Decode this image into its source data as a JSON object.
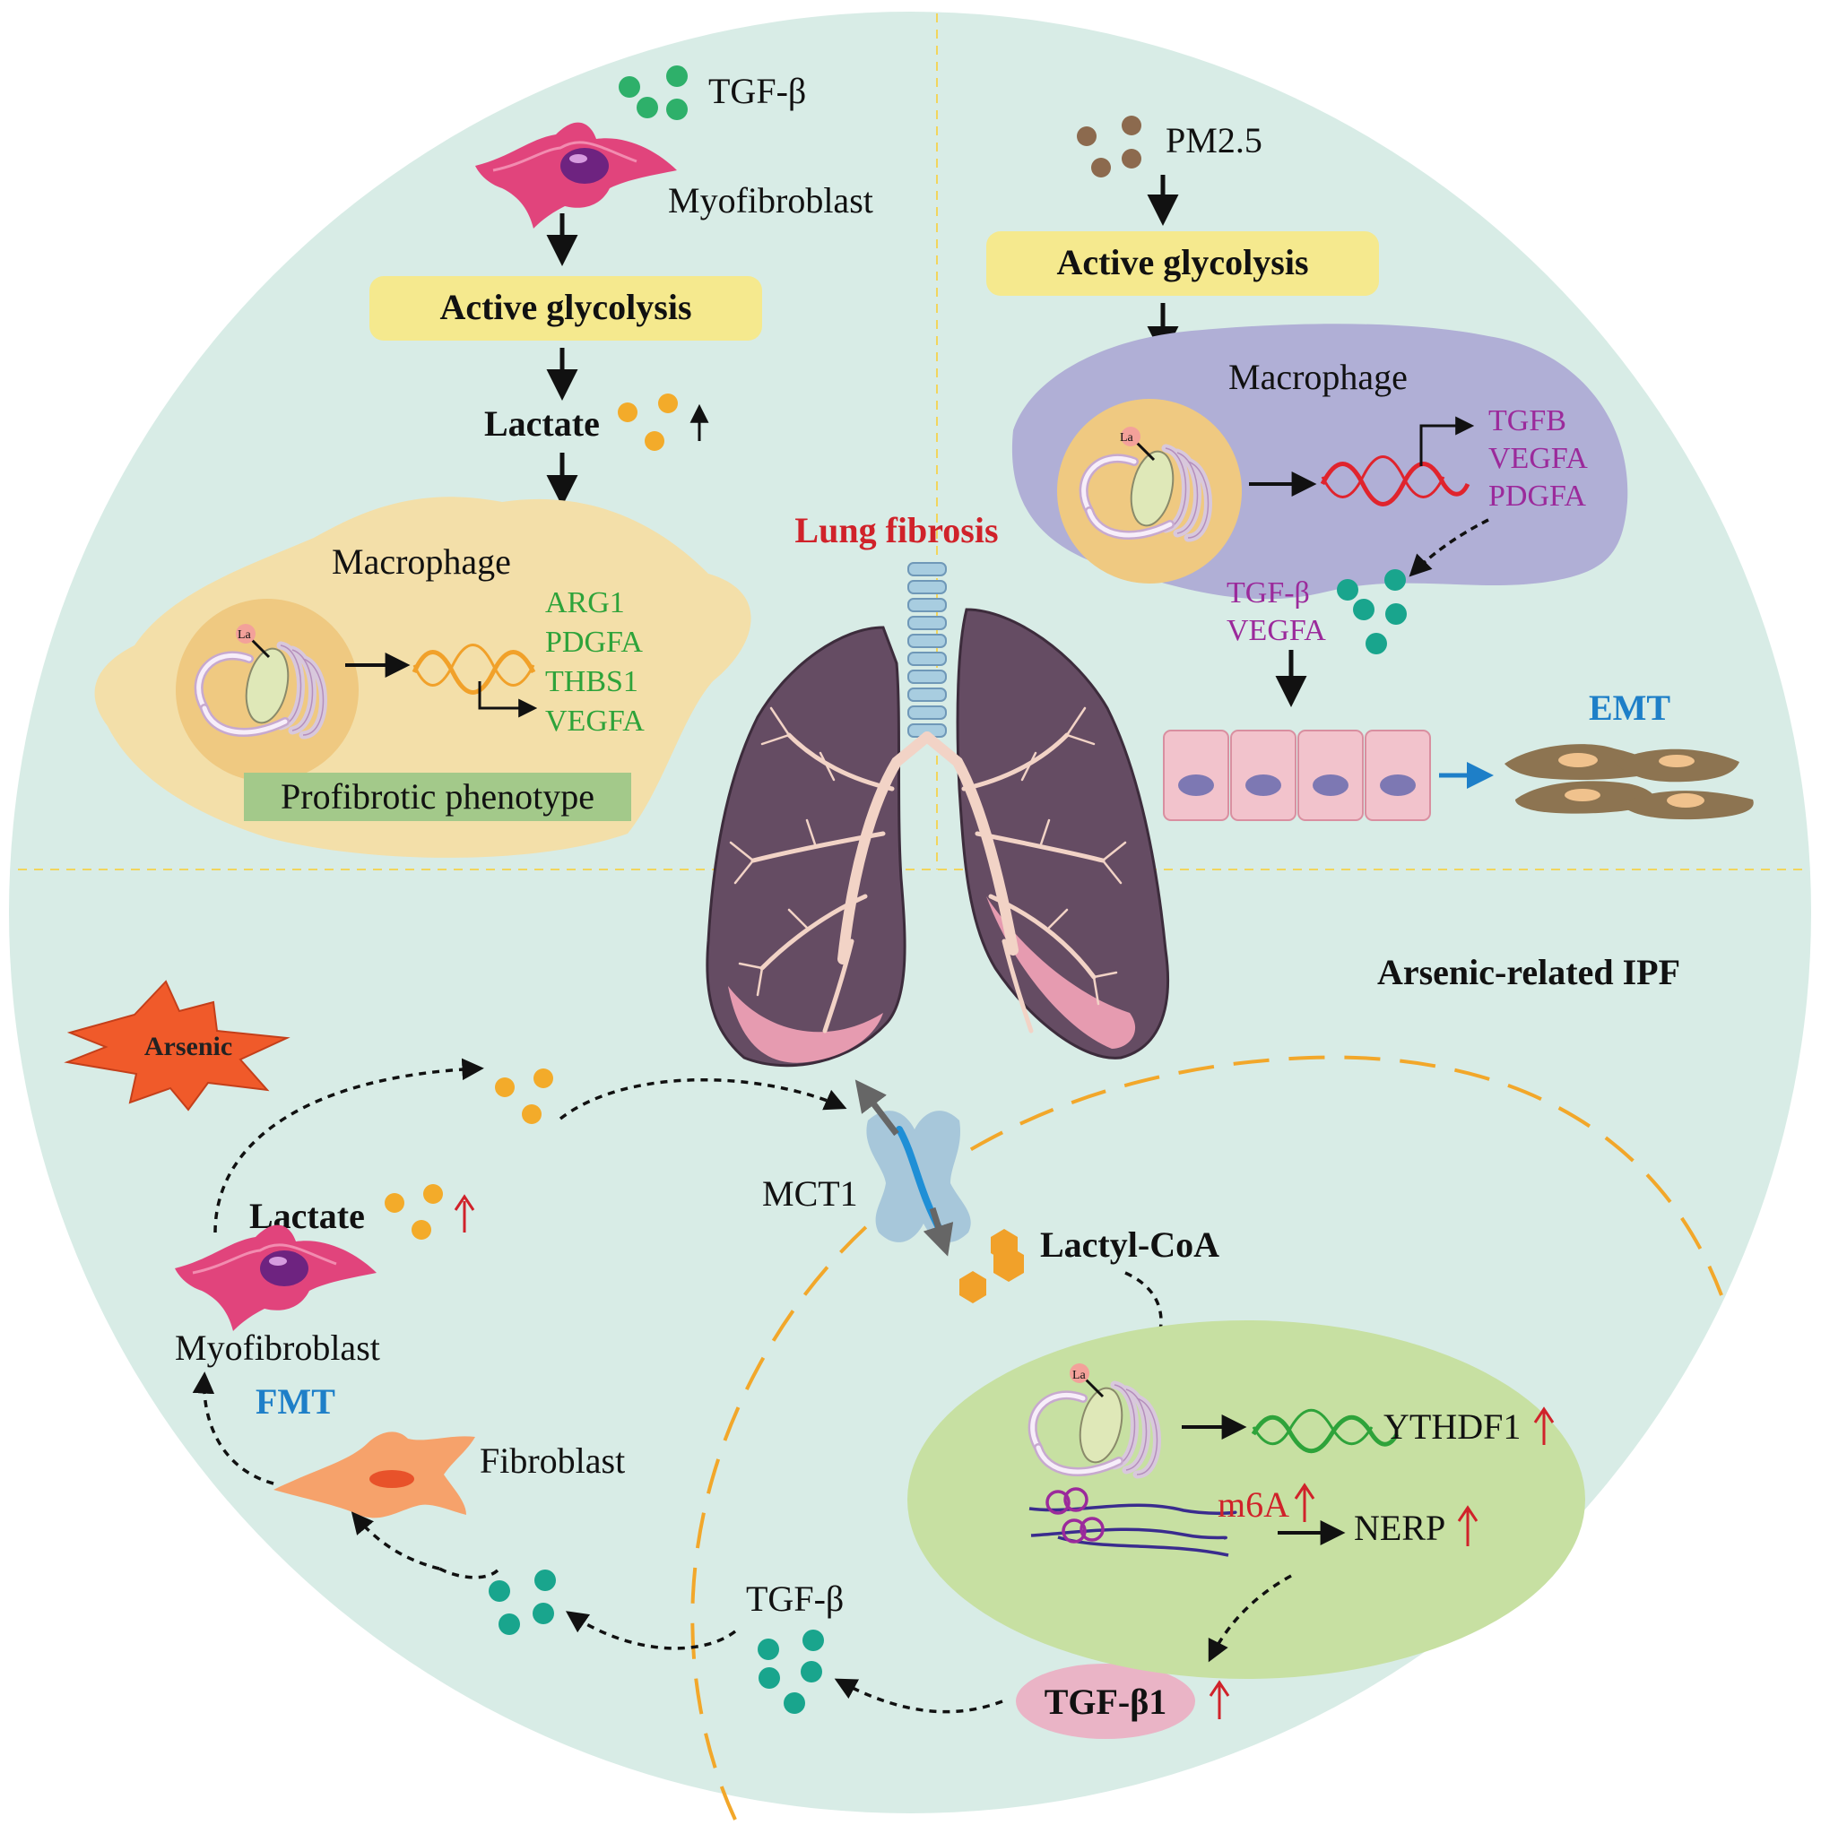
{
  "colors": {
    "circle_bg": "#d8ece6",
    "glycolysis_box": "#f5e98e",
    "macrophage_tan": "#f3dfa9",
    "macrophage_purple": "#b0afd6",
    "nucleus_green": "#c7e0a2",
    "profibrotic_box": "#a3c98a",
    "tgf_dot": "#19a58d",
    "tgf_dot_top": "#2eb06a",
    "lactate_dot": "#f3ab2a",
    "pm_dot": "#8c6a4e",
    "red_text": "#d0222a",
    "blue_text": "#1e7fc8",
    "tgfb1_pill": "#eab4c6"
  },
  "icons": [
    "myofibroblast-cell-icon",
    "fibroblast-cell-icon",
    "lung-icon",
    "chromatin-icon",
    "mrna-icon",
    "epithelial-cell-icon",
    "mesenchymal-cell-icon",
    "mct1-transporter-icon",
    "arsenic-burst-icon"
  ],
  "top_left": {
    "tgf_label": "TGF-β",
    "myofibroblast_label": "Myofibroblast",
    "glycolysis_label": "Active glycolysis",
    "lactate_label": "Lactate",
    "macrophage_label": "Macrophage",
    "genes": [
      "ARG1",
      "PDGFA",
      "THBS1",
      "VEGFA"
    ],
    "phenotype_label": "Profibrotic phenotype",
    "histone_mark": "La"
  },
  "top_right": {
    "pm_label": "PM2.5",
    "glycolysis_label": "Active glycolysis",
    "macrophage_label": "Macrophage",
    "genes": [
      "TGFB",
      "VEGFA",
      "PDGFA"
    ],
    "secreted": [
      "TGF-β",
      "VEGFA"
    ],
    "emt_label": "EMT",
    "histone_mark": "La"
  },
  "center": {
    "title": "Lung fibrosis"
  },
  "bottom": {
    "section_title": "Arsenic-related IPF",
    "arsenic_label": "Arsenic",
    "lactate_label": "Lactate",
    "myofibroblast_label": "Myofibroblast",
    "fmt_label": "FMT",
    "fibroblast_label": "Fibroblast",
    "mct1_label": "MCT1",
    "lactyl_coa_label": "Lactyl-CoA",
    "ythdf1_label": "YTHDF1",
    "m6a_label": "m6A",
    "nerp_label": "NERP",
    "tgf_label": "TGF-β",
    "tgfb1_label": "TGF-β1",
    "histone_mark": "La"
  }
}
